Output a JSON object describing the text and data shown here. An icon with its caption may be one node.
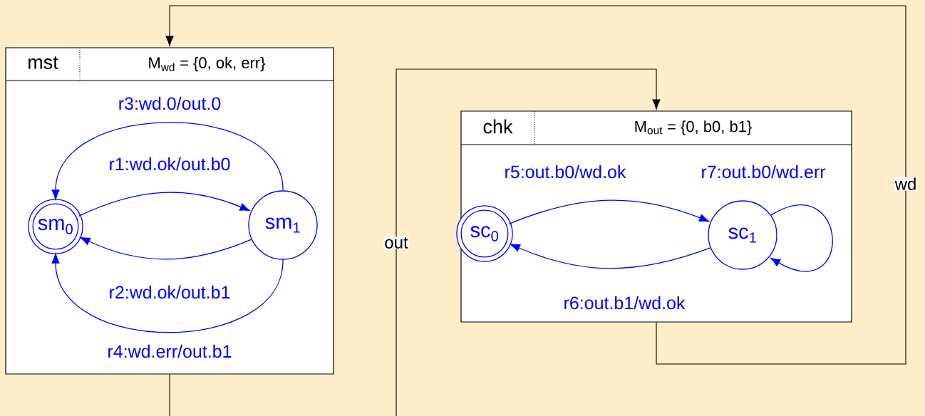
{
  "diagram": {
    "nodes": [
      {
        "text": [
          "mst",
          "M$_{wd}$ = {0, ok, err}"
        ]
      },
      {
        "text": [
          "sm$_{0}$"
        ],
        "in": 0
      },
      {
        "text": [
          "sm$_{1}$"
        ],
        "in": 0
      },
      {
        "text": [
          "chk",
          "M$_{out}$ = {0, b0, b1}"
        ]
      },
      {
        "text": [
          "sc$_{0}$"
        ],
        "in": 3
      },
      {
        "text": [
          "sc$_{1}$"
        ],
        "in": 3
      }
    ],
    "edges": [
      {
        "from": 1,
        "to": 2,
        "arrow": "to",
        "label": "r1:wd.ok/out.b0"
      },
      {
        "from": 2,
        "to": 1,
        "arrow": "to",
        "label": "r2:wd.ok/out.b1"
      },
      {
        "from": 2,
        "to": 1,
        "arrow": "to",
        "label": "r3:wd.0/out.0"
      },
      {
        "from": 2,
        "to": 1,
        "arrow": "to",
        "label": "r4:wd.err/out.b1"
      },
      {
        "from": 4,
        "to": 5,
        "arrow": "to",
        "label": "r5:out.b0/wd.ok"
      },
      {
        "from": 5,
        "to": 4,
        "arrow": "to",
        "label": "r6:out.b1/wd.ok"
      },
      {
        "from": 5,
        "to": 5,
        "arrow": "to",
        "label": "r7:out.b0/wd.err"
      },
      {
        "from": 0,
        "to": 3,
        "arrow": "to",
        "label": "out",
        "color": "#000000"
      },
      {
        "from": 3,
        "to": 0,
        "arrow": "to",
        "label": "wd",
        "color": "#000000"
      }
    ]
  }
}
